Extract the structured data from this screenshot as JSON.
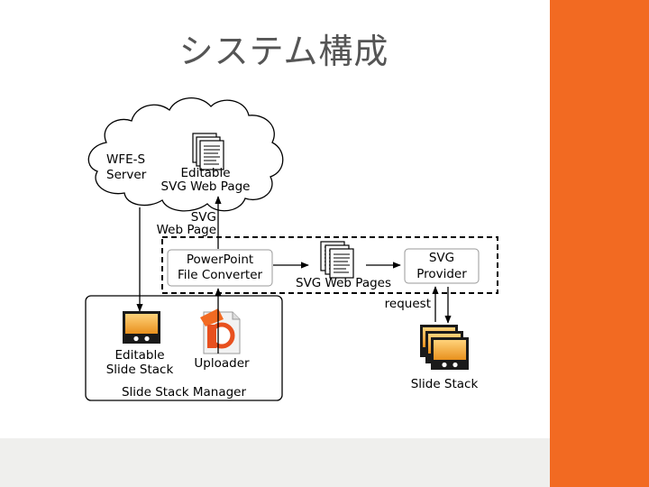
{
  "title": "システム構成",
  "diagram": {
    "server_label_1": "WFE-S",
    "server_label_2": "Server",
    "editable_page_1": "Editable",
    "editable_page_2": "SVG Web Page",
    "svg_web_page_1": "SVG",
    "svg_web_page_2": "Web Page",
    "converter_1": "PowerPoint",
    "converter_2": "File Converter",
    "svg_web_pages": "SVG Web Pages",
    "provider_1": "SVG",
    "provider_2": "Provider",
    "request": "request",
    "editable_stack_1": "Editable",
    "editable_stack_2": "Slide Stack",
    "uploader": "Uploader",
    "manager": "Slide Stack Manager",
    "slide_stack": "Slide Stack"
  },
  "colors": {
    "accent": "#f26a22",
    "footer": "#efefed",
    "title": "#555555"
  }
}
